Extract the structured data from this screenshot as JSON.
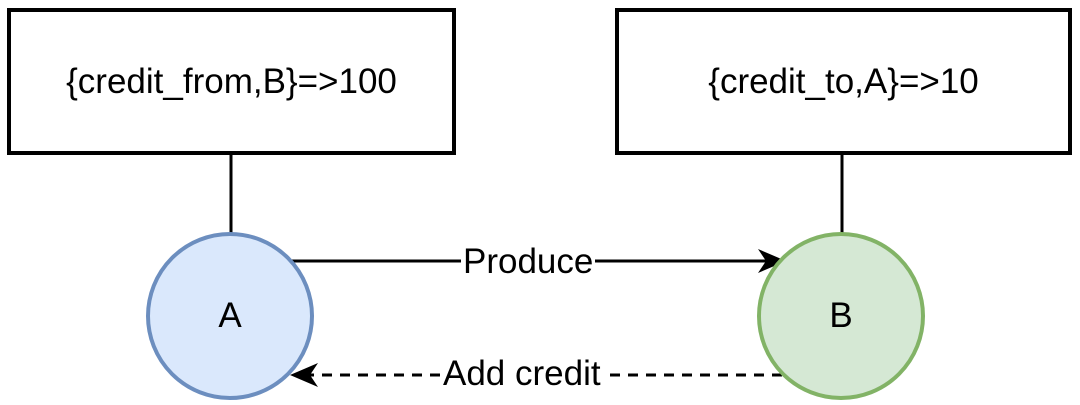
{
  "nodes": {
    "a": {
      "label": "A",
      "state": "{credit_from,B}=>100",
      "fill": "#dae8fc",
      "stroke": "#6c8ebf"
    },
    "b": {
      "label": "B",
      "state": "{credit_to,A}=>10",
      "fill": "#d5e8d4",
      "stroke": "#82b366"
    }
  },
  "edges": {
    "produce": {
      "label": "Produce",
      "style": "solid"
    },
    "add_credit": {
      "label": "Add credit",
      "style": "dashed"
    }
  }
}
